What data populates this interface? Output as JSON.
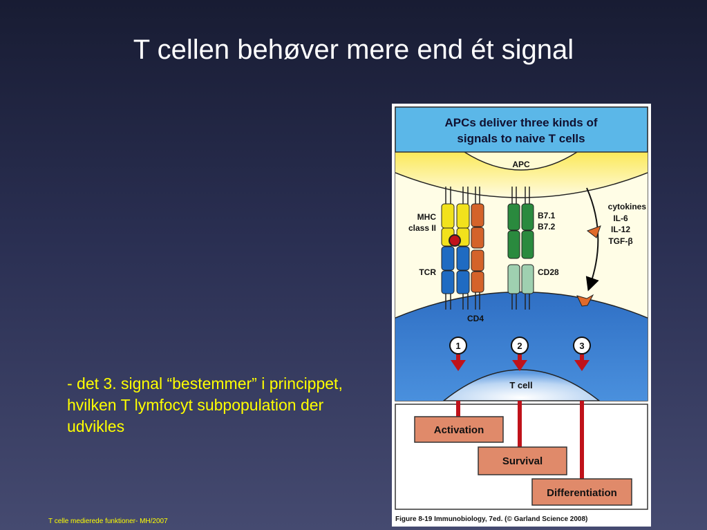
{
  "title": "T cellen behøver mere end ét signal",
  "bullet": "- det 3. signal “bestemmer” i princippet, hvilken T lymfocyt subpopulation der udvikles",
  "footer": "T celle medierede funktioner- MH/2007",
  "figure": {
    "heading_line1": "APCs deliver three kinds of",
    "heading_line2": "signals to naive T cells",
    "apc_label": "APC",
    "tcell_label": "T cell",
    "mhc_label_line1": "MHC",
    "mhc_label_line2": "class II",
    "tcr_label": "TCR",
    "cd4_label": "CD4",
    "b71_label": "B7.1",
    "b72_label": "B7.2",
    "cd28_label": "CD28",
    "cytokines_label": "cytokines",
    "il6_label": "IL-6",
    "il12_label": "IL-12",
    "tgfb_label": "TGF-β",
    "signal_numbers": [
      "1",
      "2",
      "3"
    ],
    "outcomes": [
      "Activation",
      "Survival",
      "Differentiation"
    ],
    "caption": "Figure 8-19  Immunobiology, 7ed. (© Garland Science 2008)",
    "colors": {
      "heading_bg": "#5bb7e8",
      "apc": "#fdf3a4",
      "tcell": "#3b7fd0",
      "mhc": "#f2e21c",
      "tcr": "#1f6bc2",
      "cd4": "#d4632a",
      "b7": "#2a8a3e",
      "cd28": "#9fd0b0",
      "arrow": "#c0121a",
      "outcome_box": "#e08a6a"
    }
  }
}
